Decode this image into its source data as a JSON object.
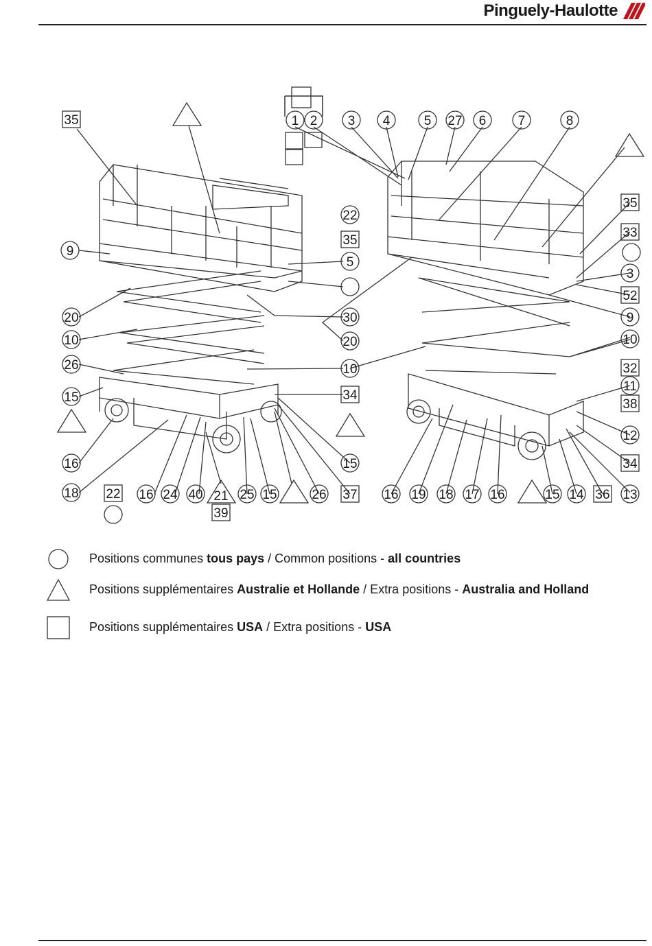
{
  "header": {
    "brand": "Pinguely-Haulotte",
    "brand_mark_icon": "diagonal-stripes-logo-icon"
  },
  "callouts": {
    "left": {
      "sq_35": "35",
      "c_9": "9",
      "c_20": "20",
      "c_10": "10",
      "c_26": "26",
      "c_15": "15",
      "c_16": "16",
      "c_18": "18",
      "sq_22": "22",
      "c_16b": "16",
      "c_24": "24",
      "c_40": "40",
      "tri_21": "21",
      "sq_39": "39",
      "c_25": "25",
      "c_15b": "15",
      "c_26b": "26",
      "sq_37": "37",
      "c_15c": "15",
      "sq_34": "34",
      "c_10b": "10",
      "c_30": "30",
      "c_5": "5",
      "sq_35b": "35",
      "c_22": "22",
      "c_20b": "20"
    },
    "top": {
      "c_1": "1",
      "c_2": "2",
      "c_3": "3",
      "c_4": "4",
      "c_5": "5",
      "c_27": "27",
      "c_6": "6",
      "c_7": "7",
      "c_8": "8"
    },
    "right": {
      "sq_35": "35",
      "sq_33": "33",
      "c_3": "3",
      "sq_52": "52",
      "c_9": "9",
      "c_10": "10",
      "sq_32": "32",
      "c_11": "11",
      "sq_38": "38",
      "c_12": "12",
      "sq_34": "34",
      "c_13": "13",
      "sq_36": "36",
      "c_14": "14",
      "c_15": "15",
      "c_16": "16",
      "c_17": "17",
      "c_18": "18",
      "c_19": "19",
      "c_16b": "16"
    }
  },
  "legend": [
    {
      "symbol": "circle",
      "prefix": "Positions communes ",
      "bold1": "tous pays",
      "middle": " / Common positions - ",
      "bold2": "all countries"
    },
    {
      "symbol": "triangle",
      "prefix": "Positions supplémentaires ",
      "bold1": "Australie et Hollande",
      "middle": " / Extra positions - ",
      "bold2": "Australia and Holland"
    },
    {
      "symbol": "square",
      "prefix": "Positions supplémentaires ",
      "bold1": "USA",
      "middle": " / Extra positions - ",
      "bold2": "USA"
    }
  ]
}
